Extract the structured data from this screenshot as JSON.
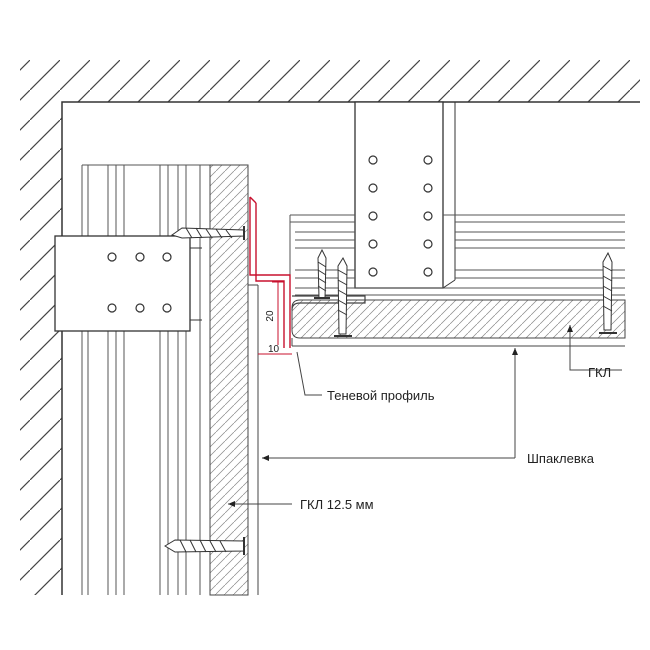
{
  "diagram": {
    "labels": {
      "shadow_profile": "Теневой профиль",
      "putty": "Шпаклевка",
      "drywall_wall": "ГКЛ 12.5 мм",
      "drywall_ceiling": "ГКЛ"
    },
    "dimensions": {
      "gap_vertical": "20",
      "gap_horizontal": "10"
    },
    "colors": {
      "line": "#444444",
      "profile": "#c8102e",
      "hatch": "#666666"
    }
  }
}
